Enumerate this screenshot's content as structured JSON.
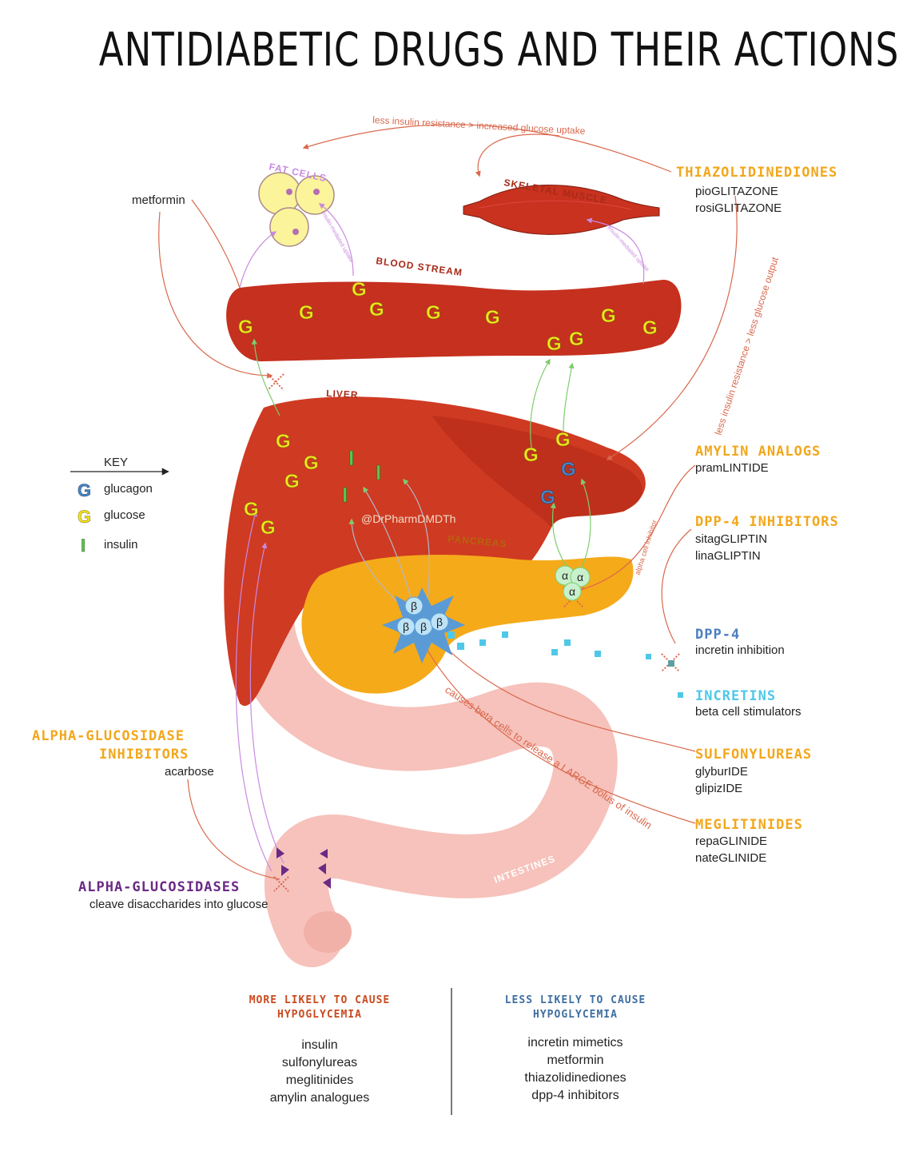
{
  "title": "ANTIDIABETIC DRUGS AND THEIR ACTIONS",
  "key": {
    "label": "KEY",
    "items": [
      {
        "symbol": "G",
        "label": "glucagon",
        "color": "#4a86c5"
      },
      {
        "symbol": "G",
        "label": "glucose",
        "color": "#f5e61c"
      },
      {
        "symbol": "I",
        "label": "insulin",
        "color": "#5cc44c"
      }
    ]
  },
  "anatomy": {
    "fat_cells": "FAT CELLS",
    "skeletal_muscle": "SKELETAL MUSCLE",
    "blood_stream": "BLOOD STREAM",
    "liver": "LIVER",
    "pancreas": "PANCREAS",
    "intestines": "INTESTINES"
  },
  "arrow_labels": {
    "tzd_top": "less insulin resistance > increased glucose uptake",
    "tzd_liver": "less insulin resistance > less glucose output",
    "fat_uptake": "insulin-mediated uptake",
    "muscle_uptake": "insulin-mediated uptake",
    "alpha_cell_inhibitor": "alpha cell inhibitor",
    "beta_release": "causes beta cells to release a LARGE bolus of insulin",
    "watermark": "@DrPharmDMDTh"
  },
  "cells": {
    "alpha": "α",
    "beta": "β"
  },
  "metformin_label": "metformin",
  "drug_classes": {
    "thiazolidinediones": {
      "name": "THIAZOLIDINEDIONES",
      "items": [
        "pioGLITAZONE",
        "rosiGLITAZONE"
      ]
    },
    "amylin": {
      "name": "AMYLIN ANALOGS",
      "items": [
        "pramLINTIDE"
      ]
    },
    "dpp4_inhibitors": {
      "name": "DPP-4 INHIBITORS",
      "items": [
        "sitagGLIPTIN",
        "linaGLIPTIN"
      ]
    },
    "dpp4": {
      "name": "DPP-4",
      "items": [
        "incretin inhibition"
      ]
    },
    "incretins": {
      "name": "INCRETINS",
      "items": [
        "beta cell stimulators"
      ]
    },
    "sulfonylureas": {
      "name": "SULFONYLUREAS",
      "items": [
        "glyburIDE",
        "glipizIDE"
      ]
    },
    "meglitinides": {
      "name": "MEGLITINIDES",
      "items": [
        "repaGLINIDE",
        "nateGLINIDE"
      ]
    },
    "agi": {
      "name_line1": "ALPHA-GLUCOSIDASE",
      "name_line2": "INHIBITORS",
      "items": [
        "acarbose"
      ]
    },
    "ag": {
      "name": "ALPHA-GLUCOSIDASES",
      "items": [
        "cleave disaccharides into glucose"
      ]
    }
  },
  "footer": {
    "more": {
      "title_line1": "MORE LIKELY TO CAUSE",
      "title_line2": "HYPOGLYCEMIA",
      "items": [
        "insulin",
        "sulfonylureas",
        "meglitinides",
        "amylin analogues"
      ]
    },
    "less": {
      "title_line1": "LESS LIKELY TO CAUSE",
      "title_line2": "HYPOGLYCEMIA",
      "items": [
        "incretin mimetics",
        "metformin",
        "thiazolidinediones",
        "dpp-4 inhibitors"
      ]
    }
  },
  "colors": {
    "accent_orange": "#f2a71b",
    "blood_red": "#c6301e",
    "liver_red": "#cf3a22",
    "pancreas": "#f5aa1a",
    "intestine": "#f6c2bb",
    "glucagon_blue": "#4a86c5",
    "glucose_yellow": "#f5e61c",
    "insulin_green": "#5cc44c",
    "incretin_cyan": "#4fc8e8",
    "alpha_glucosidase_purple": "#6b2a86",
    "less_blue": "#3f6fa0",
    "more_red": "#c94a1e"
  }
}
